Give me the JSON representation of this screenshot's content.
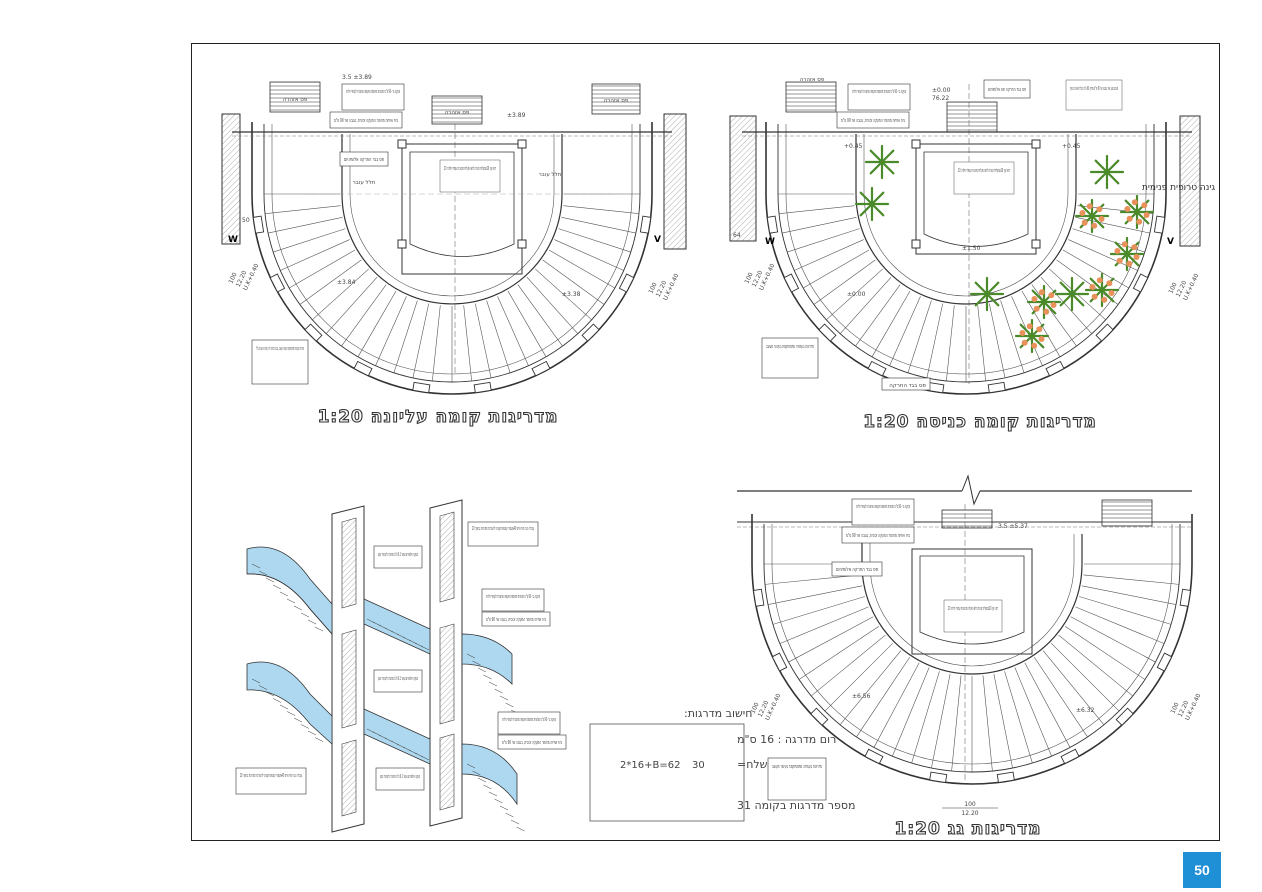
{
  "page": {
    "number": "50",
    "accent": "#1f8fd6"
  },
  "plans": {
    "upper": {
      "title": "מדריגות קומה עליונה 1:20",
      "tags": {
        "parking_l": "פס אזהרה",
        "parking_c": "פס אזהרה",
        "parking_r": "פס אזהרה",
        "note1": "מעקה בר ‑90 ס\"מ מזכוכית מחוסמת שקופה מחוברת לעמודי פלדה",
        "note2": "ביח אחיזה מחומר המעקה זכוכית, בגובה שר 90 ס\"מ",
        "note3": "פס בגד החרקה אלומיניום",
        "hall_l": "חלל עובר",
        "hall_r": "חלל עובר",
        "center": "מעלית זכוכית לתא מעלית מזכוכית עמודי פלדה 20x20 דמוי עץ",
        "bottom_note": "מדריגות בעמודה מתחמוקסת בעיטור מעוצב, בגבה מדרגה לא ק מדרגה מגבהה מ\"ל",
        "lev1": "3.5 ±3.89",
        "lev2": "±3.89",
        "lev3": "±3.38",
        "lev4": "±3.84",
        "dim1": "100",
        "dim2": "12.20",
        "dim3": "U.K+0.40",
        "w": "W",
        "v": "V",
        "dim50": "50"
      }
    },
    "entrance": {
      "title": "מדריגות קומה כניסה 1:20",
      "tags": {
        "parking": "פס אזהרה",
        "note1": "מעקה בר ‑90 ס\"מ מזכוכית מחוסמת שקופה מחוברת לעמודי פלדה",
        "note2": "ביח אחיזה מחומר המעקה זכוכית, בגובה שר 90 ס\"מ",
        "top_note": "פס בגד החרקה פס אלומיניום",
        "right_note": "מנסב מגע אור בגובה שר 45 ס\"מ מחיק 60 ס\"מ בגלל תאורה בסוף",
        "center": "מעלית זכוכית לתא מעלית מזכוכית עמודי פלדה 20x20 דמוי עץ",
        "garden": "גינה טרופית פנימית",
        "bottom_note": "מדריגות בעמודה מתחמוקסת בעיטור מעוצב",
        "bottom_tag": "פס בגד החרקה",
        "lev1": "±0.00",
        "lev2": "+0.45",
        "lev3": "+0.45",
        "lev4": "±1.50",
        "lev5": "±0.00",
        "lev6": "76.22",
        "dim1": "100",
        "dim2": "12.20",
        "dim3": "U.K+0.40",
        "w": "W",
        "v": "V",
        "dim64": "64"
      }
    },
    "roof": {
      "title": "מדריגות גג 1:20",
      "tags": {
        "note1": "מעקה בר ‑90 ס\"מ מזכוכית מחוסמת שקופה מחוברת לעמודי פלדה",
        "note2": "ביח אחיזה מחומר המעקה זכוכית, בגובה שר 90 ס\"מ",
        "note3": "פס בגד החרקה אלומיניום",
        "center": "מעלית זכוכית לתא מעלית מזכוכית עמודי פלדה 20x20 דמוי עץ",
        "bottom_note": "מדריגות בעמודה מתחמוקסת בעיטור מעוצב",
        "lev1": "3.5 ±5.37",
        "lev2": "±6.56",
        "lev3": "±6.32",
        "dim1": "100",
        "dim2": "12.20",
        "dim3": "U.K+0.40"
      }
    },
    "section": {
      "notes": {
        "n1": "עמוד קונסטרוקטיבי להמרכת מדרגות בחתך 20x40 עבודה כגר סיח פרט",
        "n2": "מעקה אלומיניום עשר 6.2 ס\"מ מחוברת לעמודי בטון",
        "n3": "מעקה בר ‑90 ס\"מ מזכוכית מחוסמת שקופה מחוברת לעמודי פלדה",
        "n4": "ביח אחיזה מחומר המעקה זכוכית, בגובה שר 90 ס\"מ",
        "n5": "מעקה אלומיניום עשר 6.2 ס\"מ מחוברת לעמודי בטון",
        "n6": "מעקה בר ‑90 ס\"מ מזכוכית מחוסמת שקופה מחוברת לעמודי פלדה",
        "n7": "ביח אחיזה מחומר המעקה זכוכית, בגובה שר 90 ס\"מ",
        "n8": "עמוד קונסטרוקטיבי להמרכת מדרגות בחתך 20x40 עבודה כגר סיח פרט",
        "n9": "מעקה אלומיניום עשר 6.2 ס\"מ מחוברת לעמודי בטון"
      }
    }
  },
  "calc": {
    "heading": "חישוב מדרגות:",
    "line1": "רום מדרגה : 16 ס\"מ",
    "line2a": "2*16+B=62",
    "line2b": "30",
    "line2c": "שלח=",
    "line3": "מספר מדרגות בקומה 31"
  },
  "colors": {
    "glass": "#aed8ef",
    "plant_green": "#4a8a2a",
    "flower": "#e8915a",
    "line": "#333333"
  }
}
